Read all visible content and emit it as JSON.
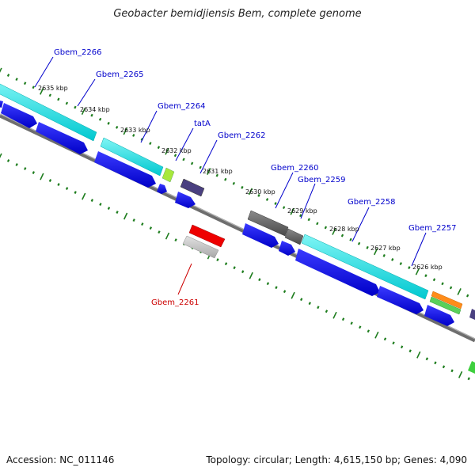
{
  "title": "Geobacter bemidjiensis Bem, complete genome",
  "footer": {
    "accession": "Accession: NC_011146",
    "summary": "Topology: circular; Length: 4,615,150 bp; Genes: 4,090"
  },
  "colors": {
    "background": "#ffffff",
    "backbone": "#808080",
    "tick": "#1e7d1e",
    "cds_forward": "#0000ee",
    "gene_forward": "#22dddd",
    "label_blue": "#0000cc",
    "label_red": "#cc0000"
  },
  "kbp_labels": [
    "2635 kbp",
    "2634 kbp",
    "2633 kbp",
    "2632 kbp",
    "2631 kbp",
    "2630 kbp",
    "2629 kbp",
    "2628 kbp",
    "2627 kbp",
    "2626 kbp"
  ],
  "gene_labels": [
    {
      "name": "Gbem_2266",
      "color": "#0000cc"
    },
    {
      "name": "Gbem_2265",
      "color": "#0000cc"
    },
    {
      "name": "Gbem_2264",
      "color": "#0000cc"
    },
    {
      "name": "tatA",
      "color": "#0000cc"
    },
    {
      "name": "Gbem_2262",
      "color": "#0000cc"
    },
    {
      "name": "Gbem_2260",
      "color": "#0000cc"
    },
    {
      "name": "Gbem_2259",
      "color": "#0000cc"
    },
    {
      "name": "Gbem_2258",
      "color": "#0000cc"
    },
    {
      "name": "Gbem_2257",
      "color": "#0000cc"
    },
    {
      "name": "Gbem_2261",
      "color": "#cc0000"
    }
  ]
}
